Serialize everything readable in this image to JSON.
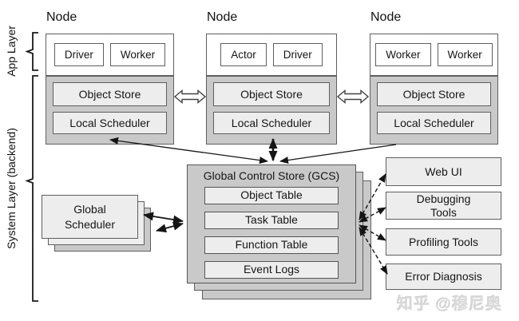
{
  "diagram": {
    "layer_labels": {
      "app": "App Layer",
      "system": "System Layer (backend)"
    },
    "nodes": [
      {
        "title": "Node",
        "processes": [
          "Driver",
          "Worker"
        ],
        "object_store": "Object Store",
        "local_scheduler": "Local Scheduler"
      },
      {
        "title": "Node",
        "processes": [
          "Actor",
          "Driver"
        ],
        "object_store": "Object Store",
        "local_scheduler": "Local Scheduler"
      },
      {
        "title": "Node",
        "processes": [
          "Worker",
          "Worker"
        ],
        "object_store": "Object Store",
        "local_scheduler": "Local Scheduler"
      }
    ],
    "global_scheduler": {
      "label": "Global\nScheduler"
    },
    "gcs": {
      "title": "Global Control Store (GCS)",
      "tables": [
        "Object Table",
        "Task Table",
        "Function Table",
        "Event Logs"
      ]
    },
    "tools": [
      {
        "label": "Web UI"
      },
      {
        "label": "Debugging\nTools"
      },
      {
        "label": "Profiling Tools"
      },
      {
        "label": "Error Diagnosis"
      }
    ],
    "watermark": "知乎 @穆尼奥",
    "colors": {
      "node_fill": "#ffffff",
      "gray_panel_fill": "#c9c9c9",
      "light_box_fill": "#ededed",
      "border": "#5f5f5f",
      "arrow": "#151515",
      "watermark": "#d9d9d9"
    }
  }
}
